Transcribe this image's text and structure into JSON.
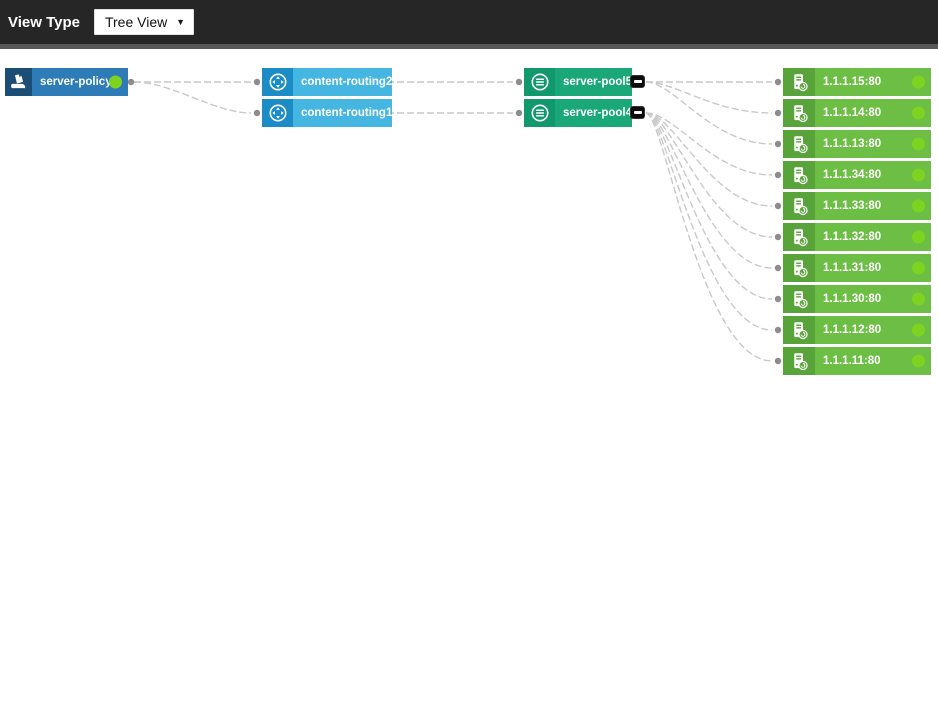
{
  "header": {
    "view_type_label": "View Type",
    "view_type_value": "Tree View",
    "caret_icon": "▼"
  },
  "topology": {
    "policy": {
      "label": "server-policy4",
      "status": "up"
    },
    "routings": [
      {
        "label": "content-routing2"
      },
      {
        "label": "content-routing1"
      }
    ],
    "pools": [
      {
        "label": "server-pool5"
      },
      {
        "label": "server-pool4"
      }
    ],
    "servers": [
      {
        "label": "1.1.1.15:80",
        "status": "up"
      },
      {
        "label": "1.1.1.14:80",
        "status": "up"
      },
      {
        "label": "1.1.1.13:80",
        "status": "up"
      },
      {
        "label": "1.1.1.34:80",
        "status": "up"
      },
      {
        "label": "1.1.1.33:80",
        "status": "up"
      },
      {
        "label": "1.1.1.32:80",
        "status": "up"
      },
      {
        "label": "1.1.1.31:80",
        "status": "up"
      },
      {
        "label": "1.1.1.30:80",
        "status": "up"
      },
      {
        "label": "1.1.1.12:80",
        "status": "up"
      },
      {
        "label": "1.1.1.11:80",
        "status": "up"
      }
    ]
  },
  "icons": {
    "policy": "document-icon",
    "routing": "route-icon",
    "pool": "list-icon",
    "server": "server-gear-icon",
    "status": "status-dot",
    "collapse": "collapse-minus-icon",
    "caret": "caret-down-icon"
  },
  "colors": {
    "topbar_bg": "#262626",
    "topbar_border": "#58585a",
    "canvas_bg": "#ffffff",
    "policy_icon_bg": "#1c4e75",
    "policy_body_bg": "#2d7cb8",
    "routing_icon_bg": "#1b8cc6",
    "routing_body_bg": "#45b6e2",
    "pool_icon_bg": "#11986c",
    "pool_body_bg": "#1aa878",
    "server_icon_bg": "#59a43a",
    "server_body_bg": "#6cbe45",
    "status_dot": "#7ed321",
    "connector_line": "#c9c9c9",
    "connector_dot": "#8c8c8c",
    "collapse_bg": "#0b0b0b"
  }
}
